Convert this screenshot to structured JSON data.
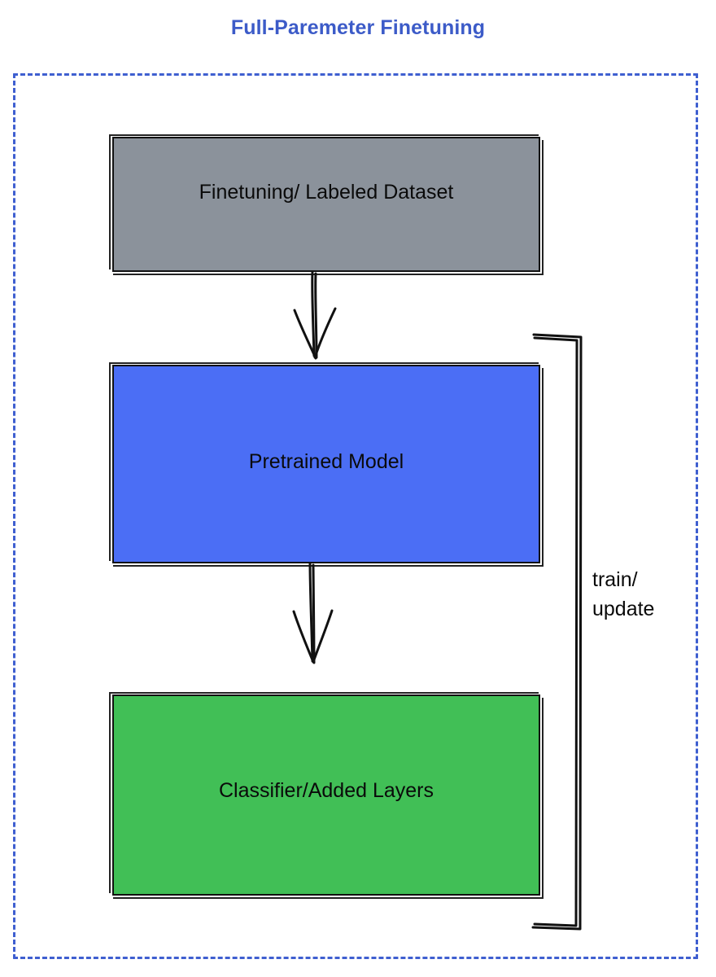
{
  "title": "Full-Paremeter Finetuning",
  "theme": {
    "title_color": "#3c5bc8",
    "container_border_color": "#3f5fd0",
    "stroke_color": "#111111",
    "background": "#ffffff"
  },
  "nodes": [
    {
      "id": "dataset",
      "label": "Finetuning/ Labeled Dataset",
      "fill": "#8b929b",
      "shape": "rectangle"
    },
    {
      "id": "pretrained",
      "label": "Pretrained Model",
      "fill": "#4b6ef5",
      "shape": "rectangle"
    },
    {
      "id": "classifier",
      "label": "Classifier/Added Layers",
      "fill": "#41bf56",
      "shape": "rectangle"
    }
  ],
  "edges": [
    {
      "id": "dataset-to-pretrained",
      "from": "dataset",
      "to": "pretrained",
      "label": "",
      "style": "hand-drawn-arrow"
    },
    {
      "id": "pretrained-to-classifier",
      "from": "pretrained",
      "to": "classifier",
      "label": "",
      "style": "hand-drawn-arrow"
    },
    {
      "id": "feedback-loop",
      "from": "classifier",
      "to": "pretrained",
      "label": "train/\nupdate",
      "style": "hand-drawn-bracket"
    }
  ],
  "loop_caption": "train/\nupdate"
}
